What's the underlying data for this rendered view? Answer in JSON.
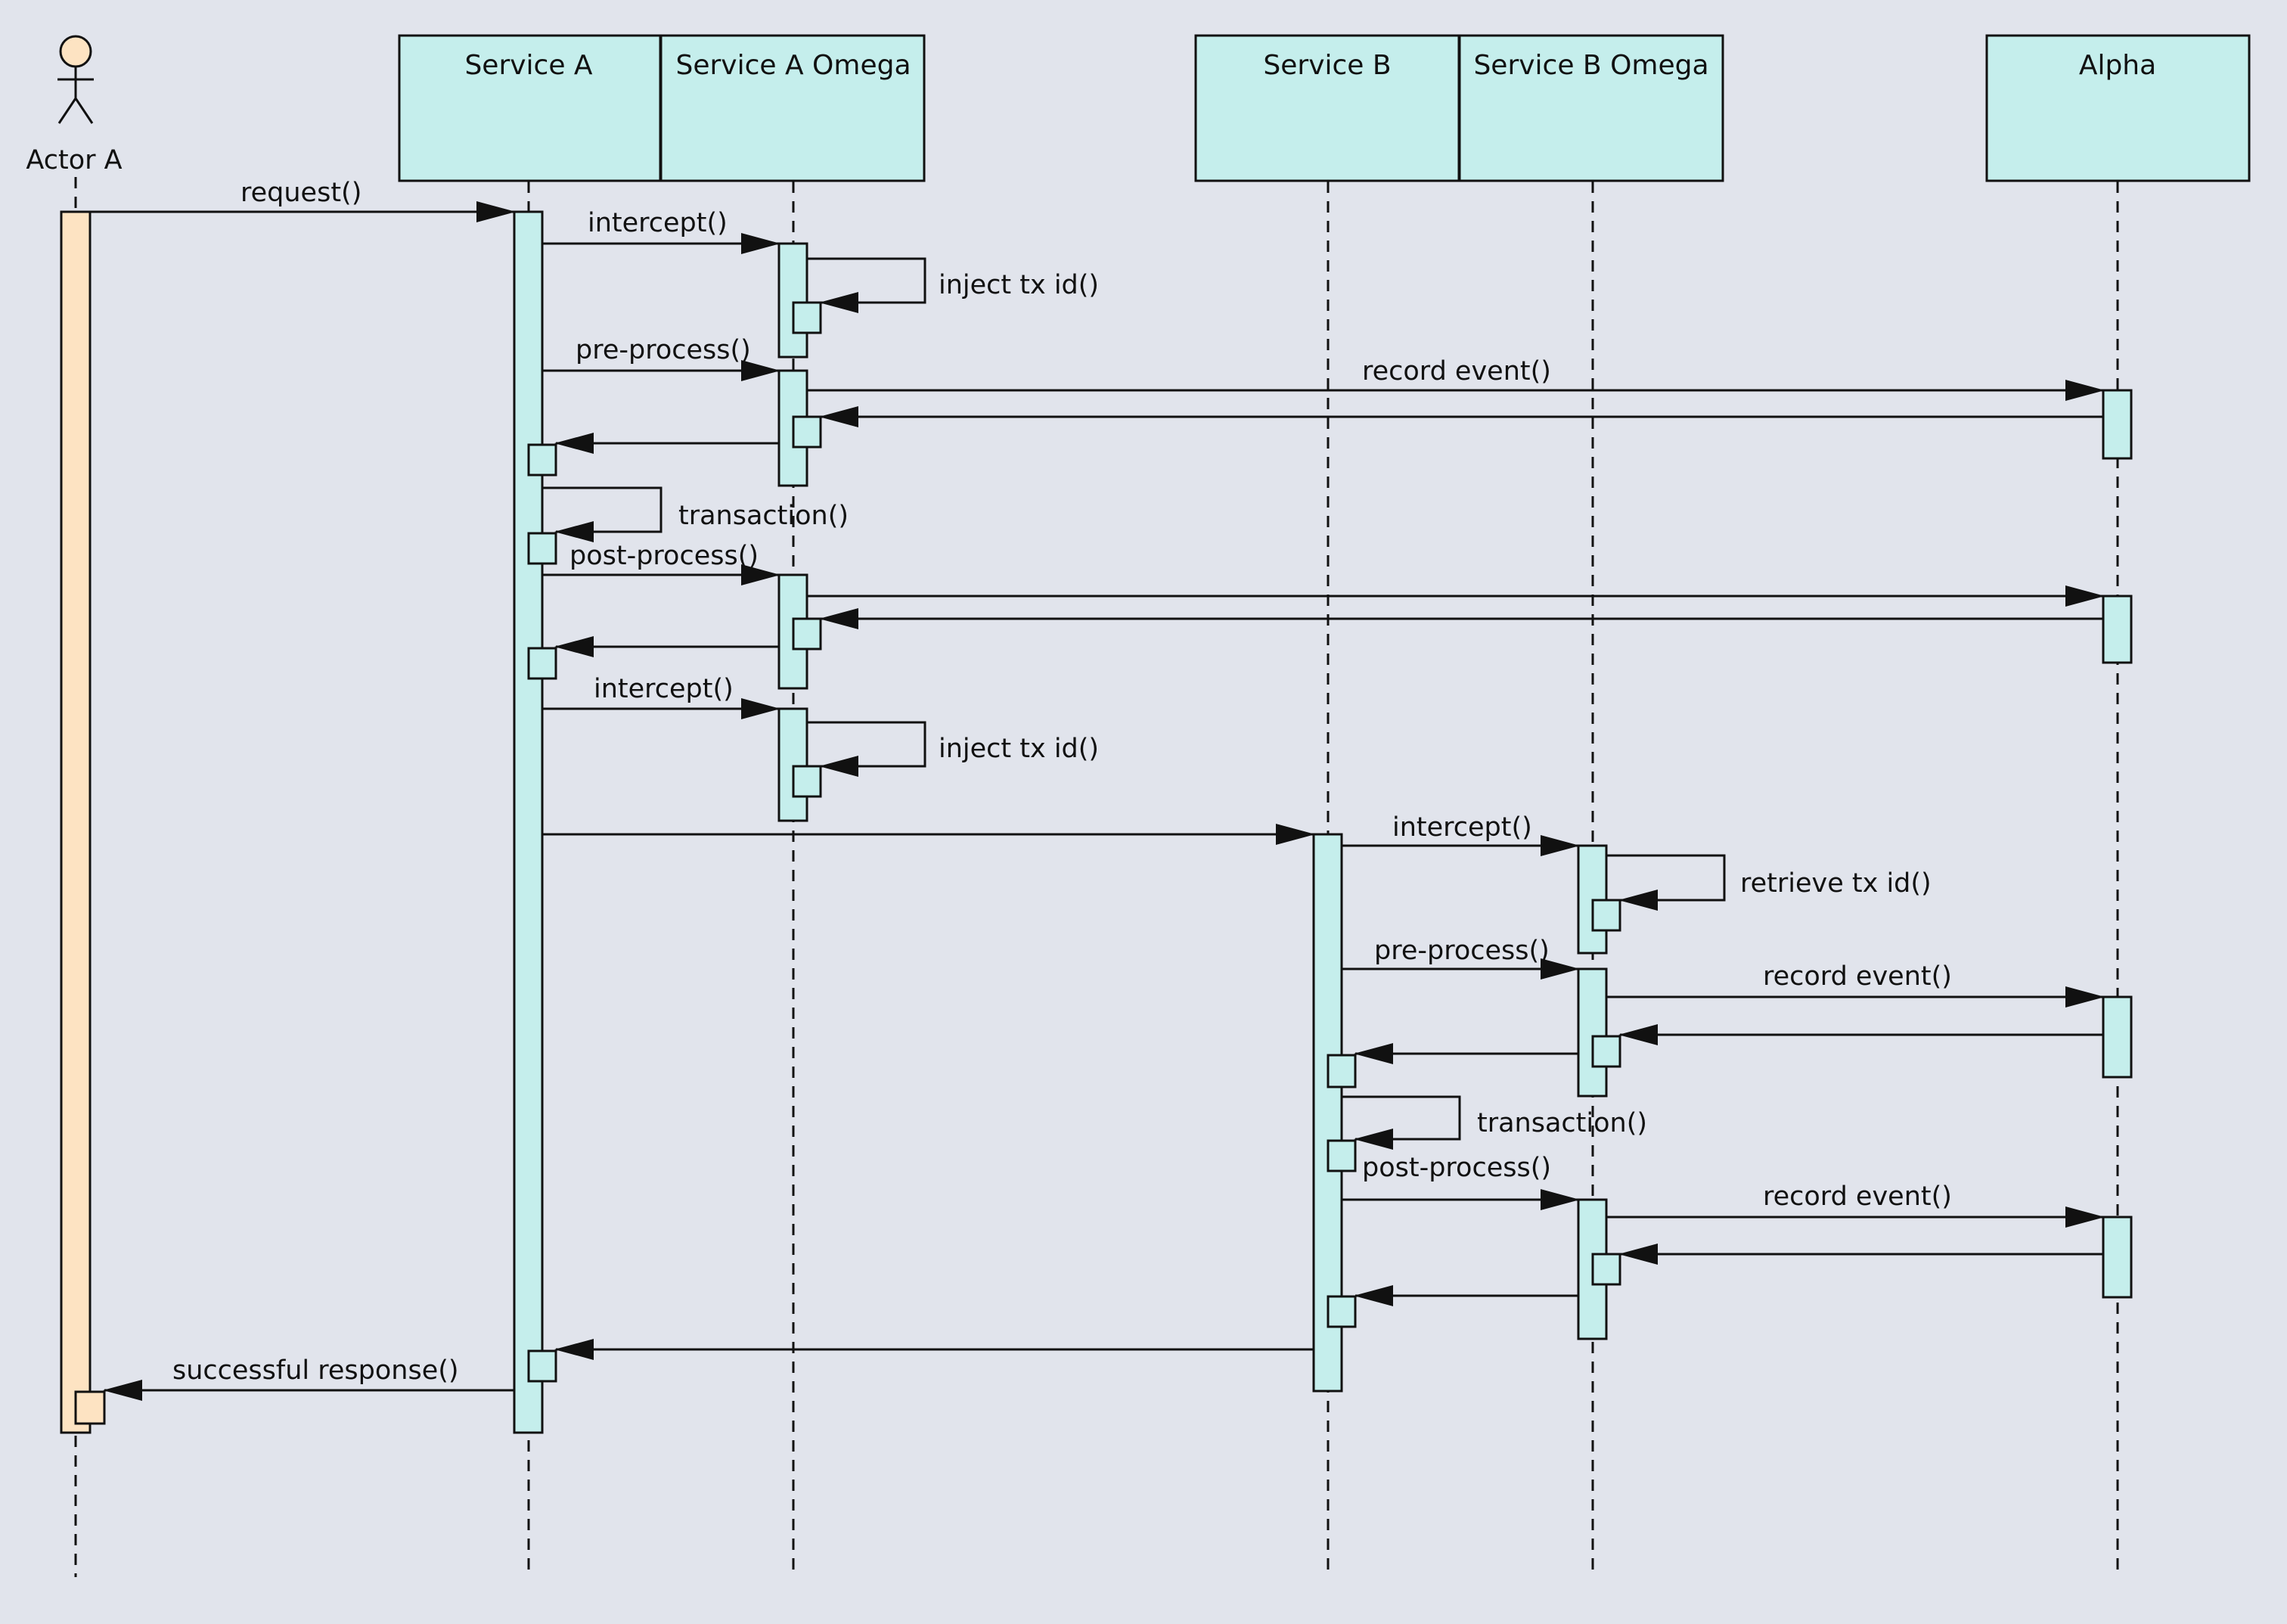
{
  "colors": {
    "background": "#e1e4ec",
    "lifeline_box_fill": "#c5eeec",
    "actor_activation_fill": "#fde3c2",
    "line": "#111111"
  },
  "actor": {
    "name": "Actor A",
    "icon": "stick-figure-icon"
  },
  "lifelines": [
    {
      "label": "Service A"
    },
    {
      "label": "Service A Omega"
    },
    {
      "label": "Service B"
    },
    {
      "label": "Service B Omega"
    },
    {
      "label": "Alpha"
    }
  ],
  "messages": [
    {
      "label": "request()"
    },
    {
      "label": "intercept()"
    },
    {
      "label": "inject tx id()"
    },
    {
      "label": "pre-process()"
    },
    {
      "label": "record event()"
    },
    {
      "label": "transaction()"
    },
    {
      "label": "post-process()"
    },
    {
      "label": "intercept()"
    },
    {
      "label": "inject tx id()"
    },
    {
      "label": "intercept()"
    },
    {
      "label": "retrieve tx id()"
    },
    {
      "label": "pre-process()"
    },
    {
      "label": "record event()"
    },
    {
      "label": "transaction()"
    },
    {
      "label": "post-process()"
    },
    {
      "label": "record event()"
    },
    {
      "label": "successful response()"
    }
  ]
}
